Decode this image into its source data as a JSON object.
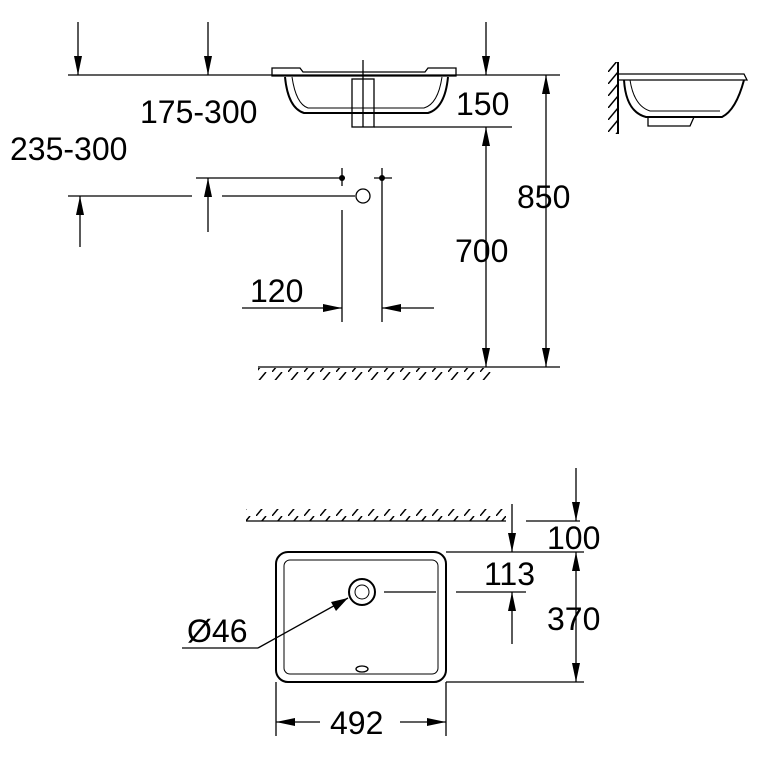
{
  "dimensions": {
    "side_overhang": "175-300",
    "valve_height": "235-300",
    "drain_depth": "150",
    "total_height": "850",
    "rim_to_floor": "700",
    "valve_spacing": "120",
    "wall_gap": "100",
    "drain_offset": "113",
    "basin_depth": "370",
    "drain_diameter": "Ø46",
    "basin_width": "492"
  }
}
